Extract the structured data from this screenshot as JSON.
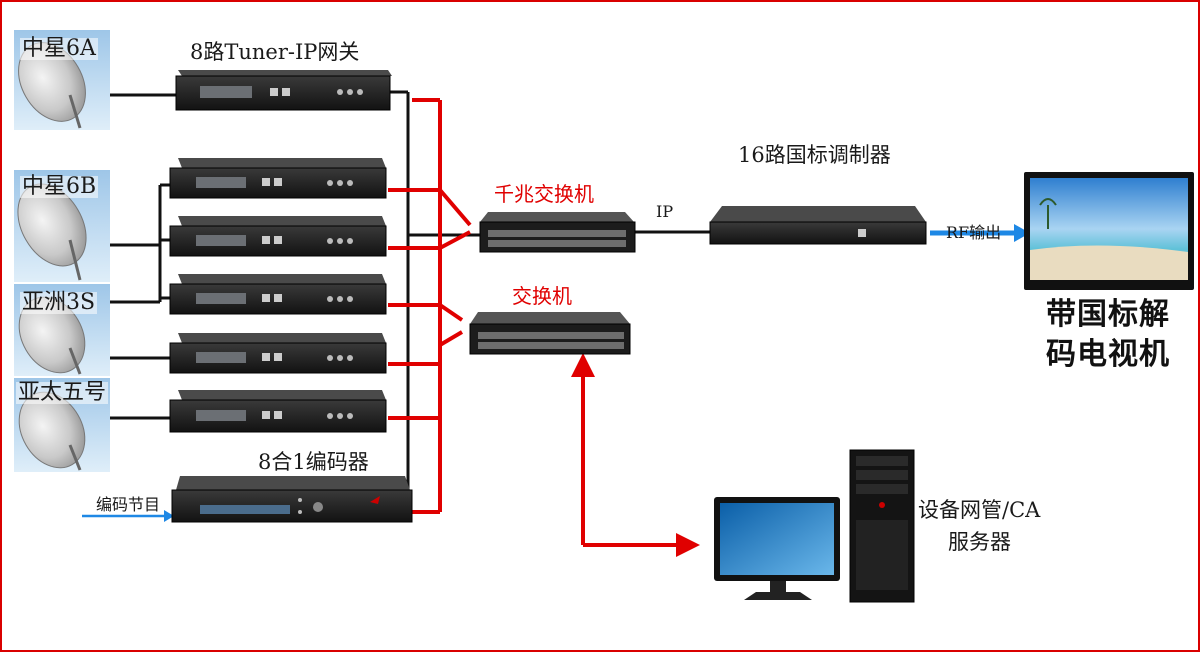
{
  "satellites": [
    {
      "label": "中星6A"
    },
    {
      "label": "中星6B"
    },
    {
      "label": "亚洲3S"
    },
    {
      "label": "亚太五号"
    }
  ],
  "devices": {
    "gateway_label": "8路Tuner-IP网关",
    "encoder_label": "8合1编码器",
    "encoder_input_label": "编码节目",
    "gigabit_switch_label": "千兆交换机",
    "switch_label": "交换机",
    "modulator_label": "16路国标调制器",
    "ip_label": "IP",
    "rf_output_label": "RF输出",
    "tv_label_line1": "带国标解",
    "tv_label_line2": "码电视机",
    "server_label_line1": "设备网管/CA",
    "server_label_line2": "服务器"
  },
  "colors": {
    "border": "#d90000",
    "red_links": "#e00000",
    "black_links": "#111111",
    "blue_arrows": "#1e88e5",
    "rack_device": "#1c1c1c"
  }
}
